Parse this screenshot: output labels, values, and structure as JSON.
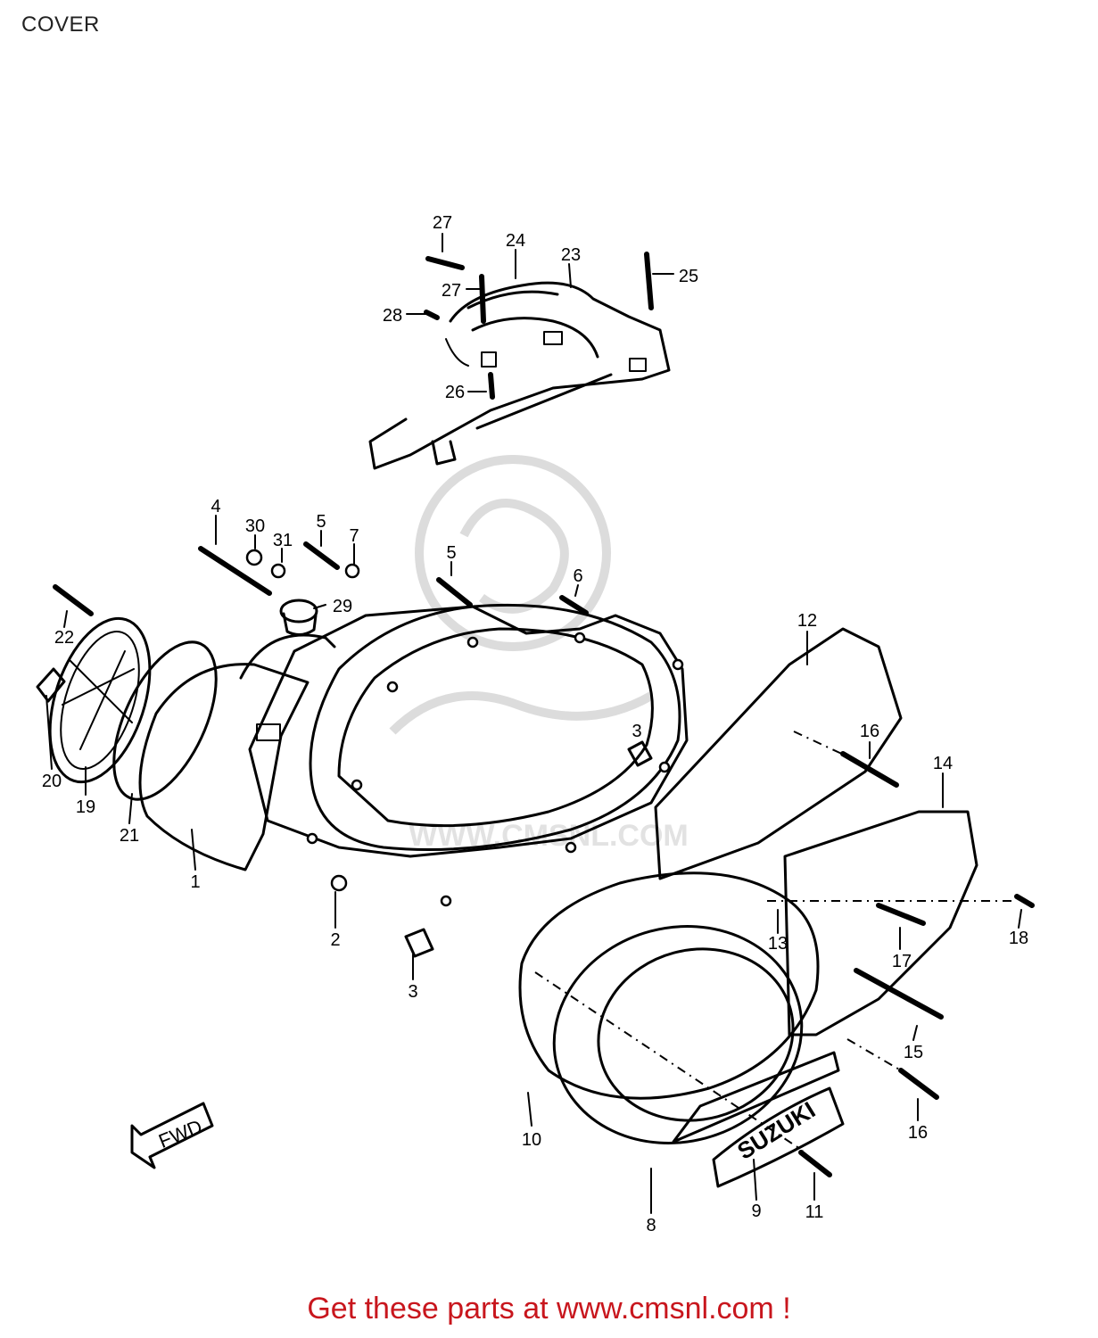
{
  "title": "COVER",
  "watermark": {
    "text": "WWW.CMSNL.COM"
  },
  "footer": "Get these parts at www.cmsnl.com !",
  "fwd_arrow": "FWD",
  "brand_emblem": "SUZUKI",
  "callouts": {
    "c1": "1",
    "c2": "2",
    "c3a": "3",
    "c3b": "3",
    "c4": "4",
    "c5a": "5",
    "c5b": "5",
    "c6": "6",
    "c7": "7",
    "c8": "8",
    "c9": "9",
    "c10": "10",
    "c11": "11",
    "c12": "12",
    "c13": "13",
    "c14": "14",
    "c15": "15",
    "c16a": "16",
    "c16b": "16",
    "c17": "17",
    "c18": "18",
    "c19": "19",
    "c20": "20",
    "c21": "21",
    "c22": "22",
    "c23": "23",
    "c24": "24",
    "c25": "25",
    "c26": "26",
    "c27a": "27",
    "c27b": "27",
    "c28": "28",
    "c29": "29",
    "c30": "30",
    "c31": "31"
  },
  "colors": {
    "footer_text": "#c8161d",
    "line": "#000000",
    "watermark": "#dcdcdc"
  }
}
